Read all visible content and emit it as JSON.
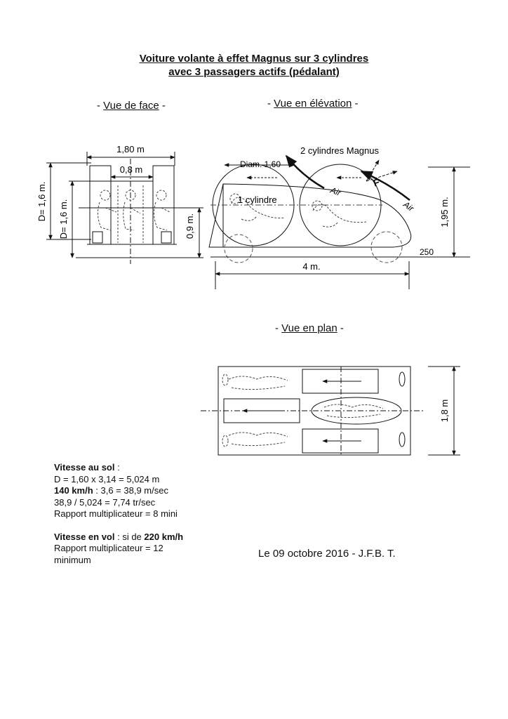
{
  "title": {
    "line1": "Voiture volante à effet Magnus sur 3 cylindres",
    "line2": "avec 3 passagers actifs (pédalant)"
  },
  "views": {
    "face": {
      "prefix": "- ",
      "label": "Vue de face",
      "suffix": " -"
    },
    "elevation": {
      "prefix": "- ",
      "label": "Vue en élévation",
      "suffix": " -"
    },
    "plan": {
      "prefix": "- ",
      "label": "Vue en plan",
      "suffix": " -"
    }
  },
  "face_dims": {
    "width": "1,80 m",
    "inner": "0,8 m",
    "d_outer": "D= 1,6 m.",
    "d_inner": "D= 1,6 m.",
    "height": "0,9 m."
  },
  "elevation_dims": {
    "diam": "Diam. 1,60",
    "magnus": "2 cylindres Magnus",
    "one_cyl": "1 cylindre",
    "air1": "Air",
    "air2": "Air",
    "force": "F",
    "height": "1,95 m.",
    "length": "4 m.",
    "extra": "250"
  },
  "plan_dims": {
    "width": "1,8 m"
  },
  "notes": {
    "sol_title": "Vitesse au sol",
    "sol_colon": " :",
    "line1": "D = 1,60 x 3,14 = 5,024 m",
    "speed1": "140 km/h",
    "line2_rest": " : 3,6 = 38,9 m/sec",
    "line3": "38,9 / 5,024 = 7,74 tr/sec",
    "line4": "Rapport multiplicateur  = 8 mini",
    "vol_title": "Vitesse en vol",
    "vol_mid": " : si de ",
    "speed2": "220 km/h",
    "line5": "Rapport multiplicateur  = 12",
    "line6": "minimum"
  },
  "date": "Le 09 octobre 2016 - J.F.B. T."
}
